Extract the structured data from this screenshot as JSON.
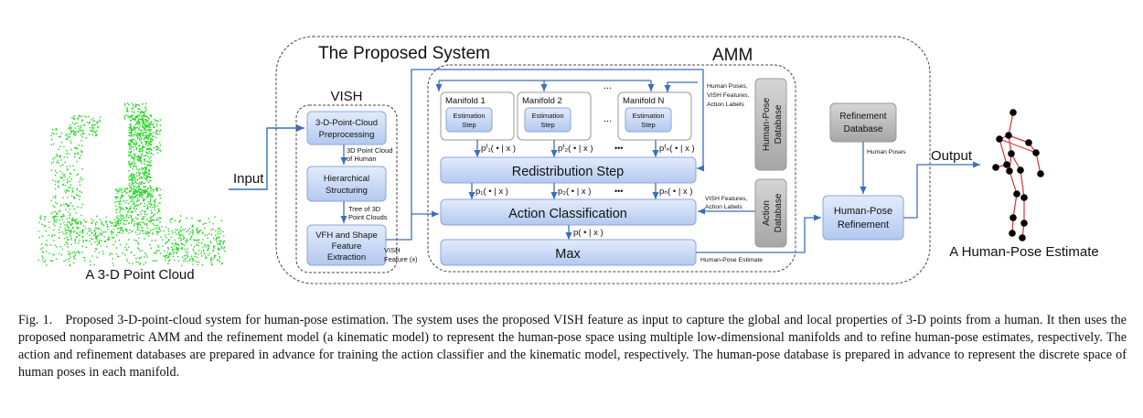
{
  "input_label": "Input",
  "output_label": "Output",
  "point_cloud_label": "A 3-D Point Cloud",
  "pose_estimate_label": "A Human-Pose Estimate",
  "system_title": "The Proposed System",
  "vish_title": "VISH",
  "amm_title": "AMM",
  "vish": {
    "box1_line1": "3-D-Point-Cloud",
    "box1_line2": "Preprocessing",
    "box2_line1": "Hierarchical",
    "box2_line2": "Structuring",
    "box3_line1": "VFH and Shape",
    "box3_line2": "Feature",
    "box3_line3": "Extraction",
    "note1_line1": "3D Point Cloud",
    "note1_line2": "of Human",
    "note2_line1": "Tree of 3D",
    "note2_line2": "Point Clouds",
    "vish_out_line1": "VISH",
    "vish_out_line2": "Feature (x)"
  },
  "amm": {
    "manifold1": "Manifold 1",
    "manifold2": "Manifold 2",
    "manifoldN": "Manifold N",
    "estimation_line1": "Estimation",
    "estimation_line2": "Step",
    "ellipsis": "...",
    "dots_row": "•••",
    "pf1": "pᶠ₁( • | x )",
    "pf2": "pᶠ₂( • | x )",
    "pfN": "pᶠₙ( • | x )",
    "redistribution": "Redistribution Step",
    "p1": "p₁( • | x )",
    "p2": "p₂( • | x )",
    "pN": "pₙ( • | x )",
    "action_classification": "Action Classification",
    "p_all": "p( • | x )",
    "max": "Max",
    "human_pose_db_line1": "Human-Pose",
    "human_pose_db_line2": "Database",
    "action_db_line1": "Action",
    "action_db_line2": "Database",
    "hp_note_line1": "Human Poses,",
    "hp_note_line2": "VISH Features,",
    "hp_note_line3": "Action Labels",
    "act_note_line1": "VISH Features,",
    "act_note_line2": "Action Labels",
    "estimate_note": "Human-Pose Estimate"
  },
  "refinement": {
    "db_line1": "Refinement",
    "db_line2": "Database",
    "poses_note": "Human Poses",
    "box_line1": "Human-Pose",
    "box_line2": "Refinement"
  },
  "caption": {
    "label": "Fig. 1.",
    "text": "Proposed 3-D-point-cloud system for human-pose estimation. The system uses the proposed VISH feature as input to capture the global and local properties of 3-D points from a human. It then uses the proposed nonparametric AMM and the refinement model (a kinematic model) to represent the human-pose space using multiple low-dimensional manifolds and to refine human-pose estimates, respectively. The action and refinement databases are prepared in advance for training the action classifier and the kinematic model, respectively. The human-pose database is prepared in advance to represent the discrete space of human poses in each manifold."
  },
  "colors": {
    "box_fill_top": "#e3ecfb",
    "box_fill_bottom": "#b3c9f0",
    "box_stroke": "#8aa6d8",
    "arrow": "#3d6fb8",
    "database_fill": "#b4b4b4",
    "point_cloud": "#1fd41f",
    "skeleton_line": "#e03030",
    "skeleton_joint": "#000000"
  }
}
